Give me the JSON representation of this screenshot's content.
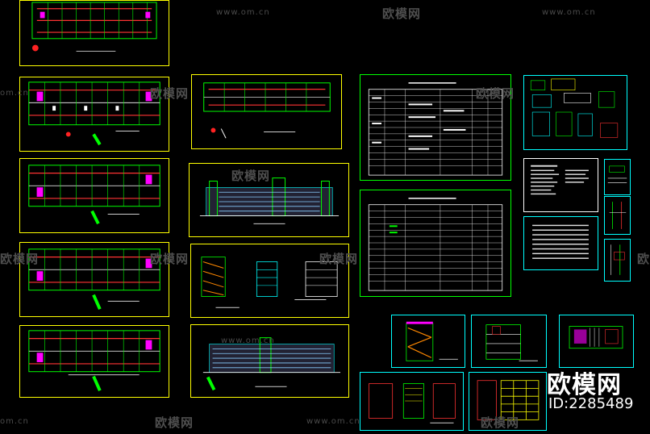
{
  "watermark": {
    "site": "www.om.cn",
    "brand": "欧模网",
    "partial": "om.cn"
  },
  "logo": {
    "brand": "欧模网",
    "id": "ID:2285489"
  },
  "colors": {
    "background": "#000000",
    "frame_yellow": "#ffff00",
    "frame_green": "#00ff00",
    "frame_cyan": "#00ffff",
    "wall_red": "#ff2a2a",
    "hatch_magenta": "#ff00ff",
    "watermark_gray": "#555555"
  },
  "sheets": [
    {
      "kind": "floor-plan",
      "frame": "yellow"
    },
    {
      "kind": "floor-plan",
      "frame": "yellow"
    },
    {
      "kind": "floor-plan",
      "frame": "yellow"
    },
    {
      "kind": "floor-plan",
      "frame": "yellow"
    },
    {
      "kind": "floor-plan",
      "frame": "yellow"
    },
    {
      "kind": "roof-plan",
      "frame": "yellow"
    },
    {
      "kind": "elevation",
      "frame": "yellow"
    },
    {
      "kind": "section",
      "frame": "yellow"
    },
    {
      "kind": "elevation",
      "frame": "yellow"
    },
    {
      "kind": "schedule-table",
      "frame": "green"
    },
    {
      "kind": "schedule-table",
      "frame": "green"
    },
    {
      "kind": "detail",
      "frame": "cyan"
    },
    {
      "kind": "notes",
      "frame": "white"
    },
    {
      "kind": "detail",
      "frame": "cyan"
    },
    {
      "kind": "stair-detail",
      "frame": "cyan"
    }
  ]
}
